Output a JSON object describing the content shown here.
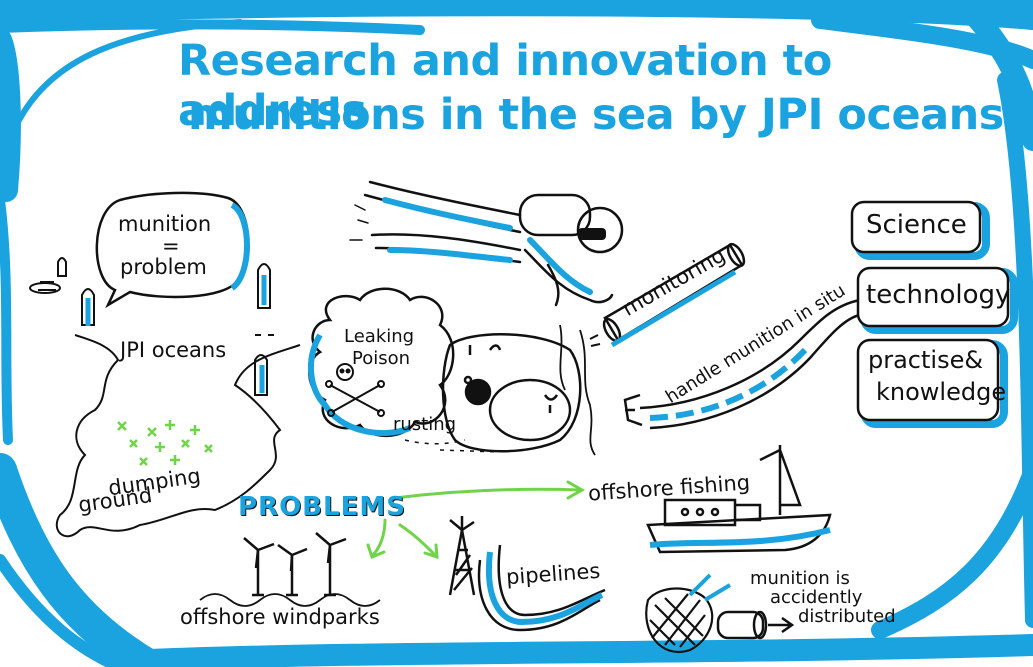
{
  "title": {
    "line1": "Research and innovation to address",
    "line2": "munitions in the sea by JPI oceans"
  },
  "speech_bubble": {
    "line1": "munition",
    "line2": "=",
    "line3": "problem"
  },
  "jpi_label": "JPI oceans",
  "dumping": {
    "line1": "dumping",
    "line2": "ground"
  },
  "cloud": {
    "line1": "Leaking",
    "line2": "Poison"
  },
  "rusting_label": "rusting",
  "monitoring_label": "monitoring",
  "handle_label": "handle munition in situ",
  "boxes": {
    "science": "Science",
    "technology": "technology",
    "practise_line1": "practise&",
    "practise_line2": "knowledge"
  },
  "problems_label": "PROBLEMS",
  "fishing_label": "offshore fishing",
  "pipelines_label": "pipelines",
  "windparks_label": "offshore windparks",
  "distributed": {
    "line1": "munition is",
    "line2": "accidently",
    "line3": "distributed"
  },
  "colors": {
    "accent": "#1aa3df",
    "ink": "#111111",
    "green": "#6fd44a"
  }
}
